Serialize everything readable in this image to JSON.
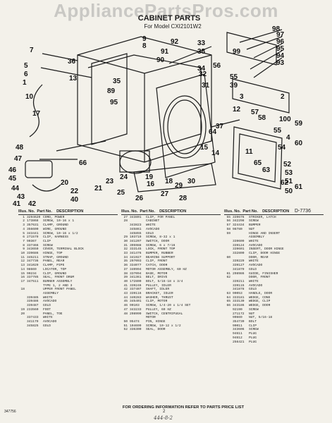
{
  "watermark": "AppliancePartsPros.com",
  "header": {
    "title": "CABINET PARTS",
    "subtitle": "For Model CXI2101W2"
  },
  "diagram": {
    "code": "D-7736",
    "callouts": [
      {
        "n": "98"
      },
      {
        "n": "97"
      },
      {
        "n": "96"
      },
      {
        "n": "95"
      },
      {
        "n": "94"
      },
      {
        "n": "93"
      },
      {
        "n": "9"
      },
      {
        "n": "92"
      },
      {
        "n": "8"
      },
      {
        "n": "91"
      },
      {
        "n": "90"
      },
      {
        "n": "33"
      },
      {
        "n": "38"
      },
      {
        "n": "34"
      },
      {
        "n": "32"
      },
      {
        "n": "56"
      },
      {
        "n": "31"
      },
      {
        "n": "99"
      },
      {
        "n": "55"
      },
      {
        "n": "39"
      },
      {
        "n": "3"
      },
      {
        "n": "2"
      },
      {
        "n": "12"
      },
      {
        "n": "57"
      },
      {
        "n": "58"
      },
      {
        "n": "100"
      },
      {
        "n": "4"
      },
      {
        "n": "55"
      },
      {
        "n": "54"
      },
      {
        "n": "52"
      },
      {
        "n": "53"
      },
      {
        "n": "51"
      },
      {
        "n": "50"
      },
      {
        "n": "7"
      },
      {
        "n": "5"
      },
      {
        "n": "6"
      },
      {
        "n": "1"
      },
      {
        "n": "36"
      },
      {
        "n": "13"
      },
      {
        "n": "10"
      },
      {
        "n": "17"
      },
      {
        "n": "35"
      },
      {
        "n": "89"
      },
      {
        "n": "95"
      },
      {
        "n": "37"
      },
      {
        "n": "64"
      },
      {
        "n": "48"
      },
      {
        "n": "66"
      },
      {
        "n": "47"
      },
      {
        "n": "46"
      },
      {
        "n": "45"
      },
      {
        "n": "44"
      },
      {
        "n": "43"
      },
      {
        "n": "42"
      },
      {
        "n": "41"
      },
      {
        "n": "40"
      },
      {
        "n": "20"
      },
      {
        "n": "22"
      },
      {
        "n": "21"
      },
      {
        "n": "23"
      },
      {
        "n": "24"
      },
      {
        "n": "25"
      },
      {
        "n": "26"
      },
      {
        "n": "27"
      },
      {
        "n": "28"
      },
      {
        "n": "29"
      },
      {
        "n": "30"
      },
      {
        "n": "16"
      },
      {
        "n": "19"
      },
      {
        "n": "18"
      },
      {
        "n": "14"
      },
      {
        "n": "15"
      },
      {
        "n": "11"
      },
      {
        "n": "65"
      },
      {
        "n": "63"
      },
      {
        "n": "62"
      },
      {
        "n": "61"
      },
      {
        "n": "60"
      },
      {
        "n": "59"
      }
    ]
  },
  "parts_table": {
    "headers": {
      "ill": "Illus. No.",
      "part": "Part No.",
      "desc": "DESCRIPTION"
    },
    "columns": [
      [
        {
          "ill": "1",
          "part": "3294620",
          "desc": "CORD, POWER"
        },
        {
          "ill": "2",
          "part": "173868",
          "desc": "SCREW, 10-16 x 1"
        },
        {
          "ill": "3",
          "part": "357631",
          "desc": "CLAMP, GROUND"
        },
        {
          "ill": "4",
          "part": "356600",
          "desc": "WIRE, GROUND"
        },
        {
          "ill": "5",
          "part": "343441",
          "desc": "SCREW, 10-16 x 1/2"
        },
        {
          "ill": "6",
          "part": "271579",
          "desc": "CLIP, HARNESS"
        },
        {
          "ill": "7",
          "part": "90367",
          "desc": "CLIP"
        },
        {
          "ill": "8",
          "part": "337466",
          "desc": "SCREW"
        },
        {
          "ill": "9",
          "part": "343650",
          "desc": "COVER, TERMINAL BLOCK"
        },
        {
          "ill": "10",
          "part": "339686",
          "desc": "HINGE, TOP"
        },
        {
          "ill": "11",
          "part": "345211",
          "desc": "STRAP, GROUND"
        },
        {
          "ill": "12",
          "part": "347736",
          "desc": "PANEL, REAR"
        },
        {
          "ill": "13",
          "part": "341029",
          "desc": "CLAMP, PIPE"
        },
        {
          "ill": "14",
          "part": "98669",
          "desc": "LOCATOR, TOP"
        },
        {
          "ill": "15",
          "part": "90234",
          "desc": "CLIP, GROUND"
        },
        {
          "ill": "16",
          "part": "337785",
          "desc": "SEAL, FRONT DRUM"
        },
        {
          "ill": "17",
          "part": "347511",
          "desc": "BURNER ASSEMBLY"
        },
        {
          "ill": "",
          "part": "",
          "desc": "TYPE 1, 2 AND 3"
        },
        {
          "ill": "18",
          "part": "",
          "desc": "UPPER FRONT PANEL"
        },
        {
          "ill": "",
          "part": "",
          "desc": "ASSEMBLY"
        },
        {
          "ill": "",
          "part": "339485",
          "desc": "WHITE"
        },
        {
          "ill": "",
          "part": "339486",
          "desc": "AVOCADO"
        },
        {
          "ill": "",
          "part": "339487",
          "desc": "GOLD"
        },
        {
          "ill": "19",
          "part": "233560",
          "desc": "FOOT"
        },
        {
          "ill": "20",
          "part": "",
          "desc": "PANEL, TOE"
        },
        {
          "ill": "",
          "part": "337433",
          "desc": "WHITE"
        },
        {
          "ill": "",
          "part": "341179",
          "desc": "AVOCADO"
        },
        {
          "ill": "",
          "part": "345825",
          "desc": "GOLD"
        }
      ],
      [
        {
          "ill": "27",
          "part": "343801",
          "desc": "CLIP, FOR PANEL"
        },
        {
          "ill": "28",
          "part": "",
          "desc": "CABINET"
        },
        {
          "ill": "",
          "part": "343823",
          "desc": "WHITE"
        },
        {
          "ill": "",
          "part": "345861",
          "desc": "AVOCADO"
        },
        {
          "ill": "",
          "part": "345855",
          "desc": "GOLD"
        },
        {
          "ill": "29",
          "part": "103719",
          "desc": "SCREW, 8-32 x 1"
        },
        {
          "ill": "30",
          "part": "341207",
          "desc": "SWITCH, DOOR"
        },
        {
          "ill": "31",
          "part": "395988",
          "desc": "SCREW, 6 x 7/16"
        },
        {
          "ill": "32",
          "part": "333145",
          "desc": "LOCK, FRONT TOP"
        },
        {
          "ill": "33",
          "part": "341476",
          "desc": "BUMPER, RUBBER"
        },
        {
          "ill": "34",
          "part": "341927",
          "desc": "BEARING SUPPORT"
        },
        {
          "ill": "35",
          "part": "297093",
          "desc": "CLIP, FRONT"
        },
        {
          "ill": "36",
          "part": "334077",
          "desc": "CATCH, DOOR"
        },
        {
          "ill": "37",
          "part": "340994",
          "desc": "MOTOR ASSEMBLY, 60 HZ"
        },
        {
          "ill": "",
          "part": "",
          "desc": ""
        },
        {
          "ill": "38",
          "part": "337094",
          "desc": "BASE, MOTOR"
        },
        {
          "ill": "39",
          "part": "341361",
          "desc": "BELT, DRIVE"
        },
        {
          "ill": "40",
          "part": "172800",
          "desc": "BOLT, 5/16-18 x 3/4"
        },
        {
          "ill": "41",
          "part": "339246",
          "desc": "PULLEY, IDLER"
        },
        {
          "ill": "42",
          "part": "337407",
          "desc": "SHAFT, IDLER"
        },
        {
          "ill": "43",
          "part": "339116",
          "desc": "BRACKET, IDLER"
        },
        {
          "ill": "44",
          "part": "340283",
          "desc": "WASHER, THRUST"
        },
        {
          "ill": "45",
          "part": "345401",
          "desc": "CLIP, MOTOR"
        },
        {
          "ill": "46",
          "part": "90103",
          "desc": "SCREW, 1/4-20 x 1/4 SET"
        },
        {
          "ill": "47",
          "part": "343233",
          "desc": "PULLEY, 60 HZ"
        },
        {
          "ill": "48",
          "part": "298999",
          "desc": "SWITCH, CENTRIFUGAL"
        },
        {
          "ill": "",
          "part": "",
          "desc": "MOTOR"
        },
        {
          "ill": "50",
          "part": "95474",
          "desc": "PIN, HINGE"
        },
        {
          "ill": "51",
          "part": "104699",
          "desc": "SCREW, 10-12 x 1/2"
        },
        {
          "ill": "52",
          "part": "336300",
          "desc": "SEAL, DOOR"
        }
      ],
      [
        {
          "ill": "55",
          "part": "339676",
          "desc": "STRIKER, LATCH"
        },
        {
          "ill": "56",
          "part": "342298",
          "desc": "SCREW"
        },
        {
          "ill": "57",
          "part": "324434",
          "desc": "BUMPER"
        },
        {
          "ill": "58",
          "part": "98780",
          "desc": "NUT"
        },
        {
          "ill": "59",
          "part": "",
          "desc": "HINGE AND INSERT"
        },
        {
          "ill": "",
          "part": "",
          "desc": "ASSEMBLY"
        },
        {
          "ill": "",
          "part": "339609",
          "desc": "WHITE"
        },
        {
          "ill": "",
          "part": "339124",
          "desc": "AVOCADO"
        },
        {
          "ill": "",
          "part": "339601",
          "desc": "INSERT, DOOR HINGE"
        },
        {
          "ill": "",
          "part": "332800",
          "desc": "CLIP, DOOR HINGE"
        },
        {
          "ill": "60",
          "part": "",
          "desc": "DOOR, REAR"
        },
        {
          "ill": "",
          "part": "339229",
          "desc": "WHITE"
        },
        {
          "ill": "",
          "part": "339127",
          "desc": "AVOCADO"
        },
        {
          "ill": "",
          "part": "341879",
          "desc": "GOLD"
        },
        {
          "ill": "61",
          "part": "298986",
          "desc": "GUIDE, FINISHER"
        },
        {
          "ill": "62",
          "part": "",
          "desc": "DOOR, FRONT"
        },
        {
          "ill": "",
          "part": "339211",
          "desc": "WHITE"
        },
        {
          "ill": "",
          "part": "339115",
          "desc": "AVOCADO"
        },
        {
          "ill": "",
          "part": "341878",
          "desc": "GOLD"
        },
        {
          "ill": "63",
          "part": "90053",
          "desc": "HANDLE, DOOR"
        },
        {
          "ill": "64",
          "part": "333181",
          "desc": "WEDGE, CONE"
        },
        {
          "ill": "65",
          "part": "333130",
          "desc": "WEDGE, CLIP"
        },
        {
          "ill": "66",
          "part": "343186",
          "desc": "WEDGE, DOOR"
        },
        {
          "ill": "",
          "part": "92190",
          "desc": "SCREW"
        },
        {
          "ill": "",
          "part": "271172",
          "desc": "NUT"
        },
        {
          "ill": "",
          "part": "90669",
          "desc": "NUT, 5/16-18"
        },
        {
          "ill": "",
          "part": "354730",
          "desc": "BOLT"
        },
        {
          "ill": "",
          "part": "90011",
          "desc": "CLIP"
        },
        {
          "ill": "",
          "part": "343606",
          "desc": "SCREW"
        },
        {
          "ill": "",
          "part": "94611",
          "desc": "PLUG"
        },
        {
          "ill": "",
          "part": "94612",
          "desc": "PLUG"
        },
        {
          "ill": "",
          "part": "256421",
          "desc": "PLUG"
        }
      ]
    ]
  },
  "footer": {
    "note": "FOR ORDERING INFORMATION REFER TO PARTS PRICE LIST",
    "page": "2",
    "form_number": "347756",
    "handwritten": "444-8-2"
  }
}
